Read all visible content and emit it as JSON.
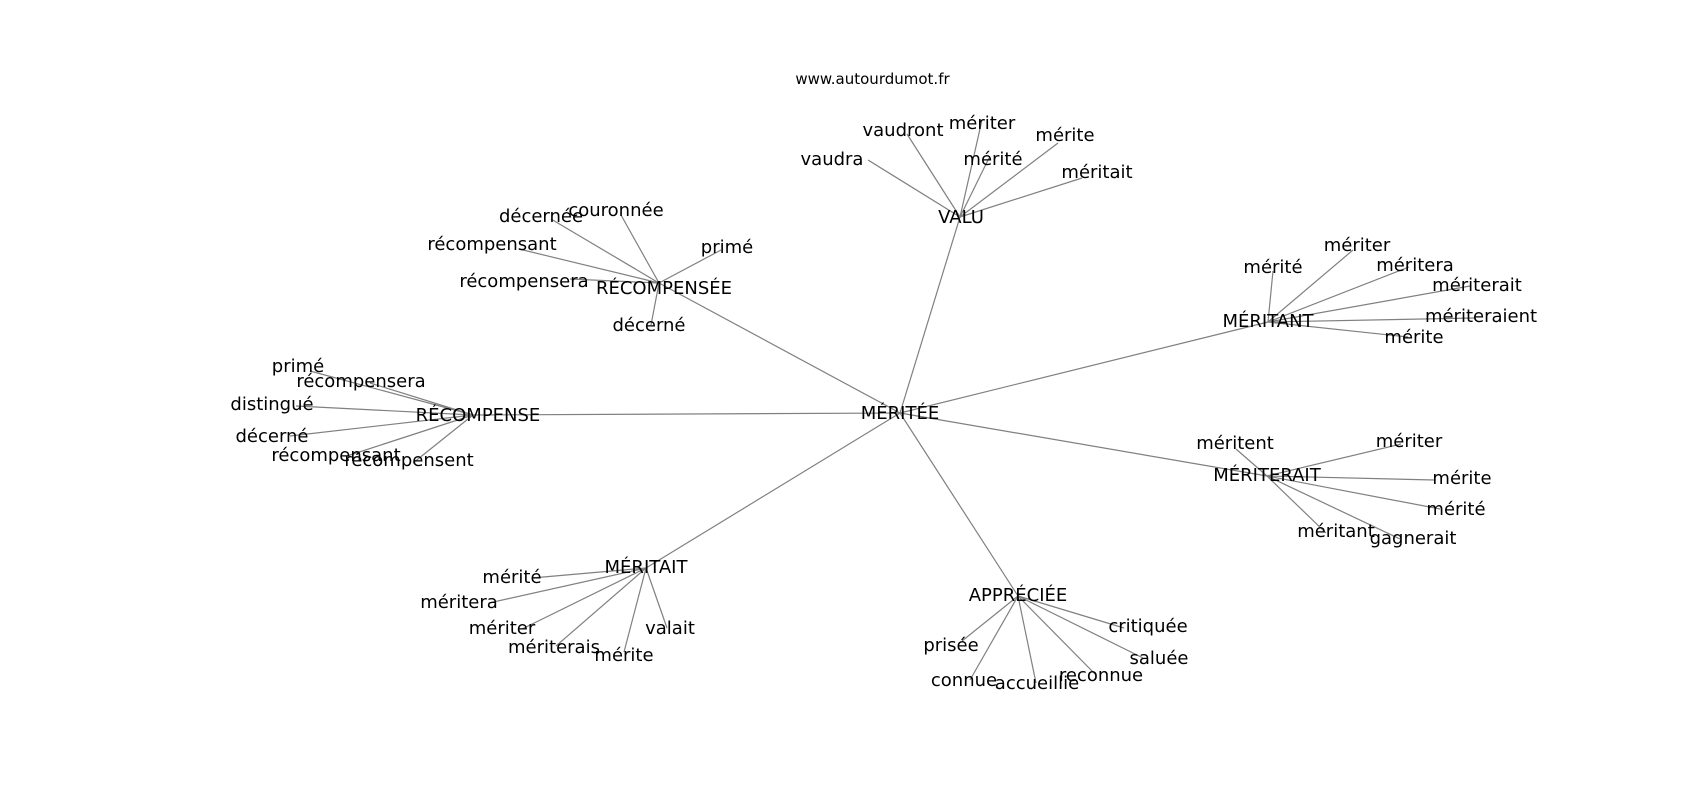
{
  "source_url": "www.autourdumot.fr",
  "colors": {
    "edge": "#808080",
    "text": "#000000",
    "background": "#ffffff"
  },
  "graph": {
    "center": "MÉRITÉE",
    "clusters": [
      {
        "hub": "VALU",
        "leaves": [
          "vaudra",
          "vaudront",
          "mériter",
          "mérité",
          "mérite",
          "méritait"
        ]
      },
      {
        "hub": "RÉCOMPENSÉE",
        "leaves": [
          "décernée",
          "couronnée",
          "récompensant",
          "primé",
          "récompensera",
          "décerné"
        ]
      },
      {
        "hub": "RÉCOMPENSE",
        "leaves": [
          "primé",
          "récompensera",
          "distingué",
          "décerné",
          "récompensant",
          "récompensent"
        ]
      },
      {
        "hub": "MÉRITANT",
        "leaves": [
          "mérité",
          "mériter",
          "méritera",
          "mériterait",
          "mériteraient",
          "mérite"
        ]
      },
      {
        "hub": "MÉRITERAIT",
        "leaves": [
          "méritent",
          "mériter",
          "mérite",
          "mérité",
          "méritant",
          "gagnerait"
        ]
      },
      {
        "hub": "MÉRITAIT",
        "leaves": [
          "mérité",
          "méritera",
          "mériter",
          "mériterais",
          "mérite",
          "valait"
        ]
      },
      {
        "hub": "APPRÉCIÉE",
        "leaves": [
          "prisée",
          "connue",
          "accueillie",
          "reconnue",
          "saluée",
          "critiquée"
        ]
      }
    ]
  }
}
